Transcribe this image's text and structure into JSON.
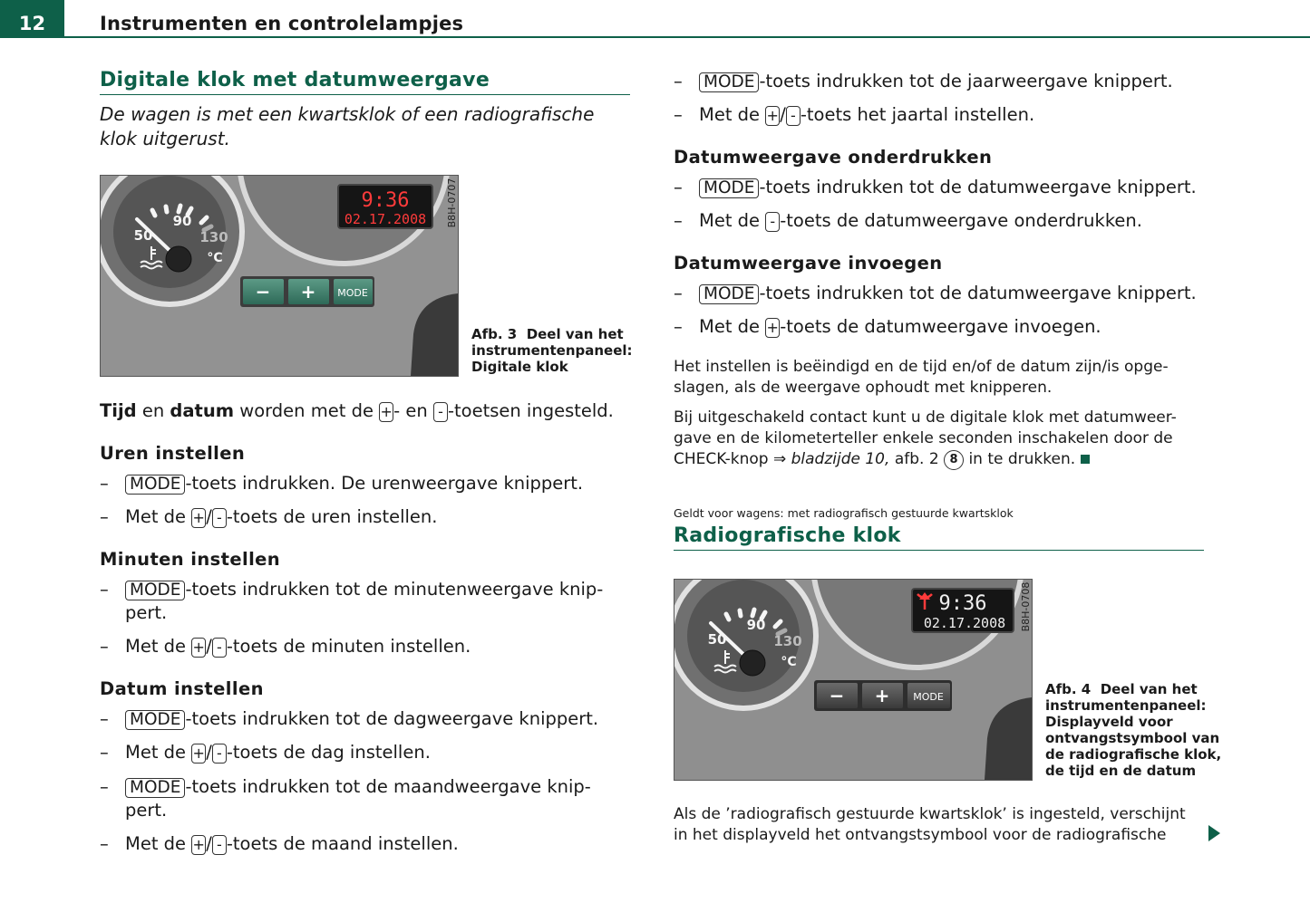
{
  "header": {
    "page_number": "12",
    "title": "Instrumenten en controlelampjes"
  },
  "left": {
    "title": "Digitale klok met datumweergave",
    "intro": [
      "De wagen is met een kwartsklok of een radiografische",
      "klok uitgerust."
    ],
    "figure3": {
      "code": "B8H-0707",
      "time": "9:36",
      "date": "02.17.2008",
      "gauge_labels": [
        "50",
        "90",
        "130",
        "°C"
      ],
      "buttons": [
        "−",
        "+",
        "MODE"
      ],
      "caption_num": "Afb. 3",
      "caption": [
        "Deel van het",
        "instrumentenpaneel:",
        "Digitale klok"
      ]
    },
    "summary": {
      "tijd": "Tijd",
      "en1": " en ",
      "datum": "datum",
      "rest1": " worden met de ",
      "plus": "+",
      "en2": "- en ",
      "minus": "-",
      "rest2": "-toetsen ingesteld."
    },
    "uren": {
      "title": "Uren instellen",
      "l1": "-toets indrukken. De urenweergave knippert.",
      "l2": "-toets de uren instellen."
    },
    "minuten": {
      "title": "Minuten instellen",
      "l1a": "-toets indrukken tot de minutenweergave knip-",
      "l1b": "pert.",
      "l2": "-toets de minuten instellen."
    },
    "datum": {
      "title": "Datum instellen",
      "l1": "-toets indrukken tot de dagweergave knippert.",
      "l2": "-toets de dag instellen.",
      "l3a": "-toets indrukken tot de maandweergave knip-",
      "l3b": "pert.",
      "l4": "-toets de maand instellen."
    }
  },
  "common": {
    "dash": "–",
    "mode": "MODE",
    "plus": "+",
    "minus": "-",
    "met_de": "Met de ",
    "slash": "/"
  },
  "right": {
    "l1": "-toets indrukken tot de jaarweergave knippert.",
    "l2": "-toets het jaartal instellen.",
    "onderdrukken": {
      "title": "Datumweergave onderdrukken",
      "l1": "-toets indrukken tot de datumweergave knippert.",
      "l2": "-toets de datumweergave onderdrukken."
    },
    "invoegen": {
      "title": "Datumweergave invoegen",
      "l1": "-toets indrukken tot de datumweergave knippert.",
      "l2": "-toets de datumweergave invoegen."
    },
    "para1": [
      "Het instellen is beëindigd en de tijd en/of de datum zijn/is opge-",
      "slagen, als de weergave ophoudt met knipperen."
    ],
    "para2": [
      "Bij uitgeschakeld contact kunt u de digitale klok met datumweer-",
      "gave en de kilometerteller enkele seconden inschakelen door de"
    ],
    "para2c": {
      "a": "CHECK-knop ⇒ ",
      "b": "bladzijde 10,",
      "c": " afb. 2 ",
      "num": "8",
      "d": " in te drukken."
    },
    "note": "Geldt voor wagens: met radiografisch gestuurde kwartsklok",
    "title2": "Radiografische klok",
    "figure4": {
      "code": "B8H-0708",
      "time": "9:36",
      "date": "02.17.2008",
      "gauge_labels": [
        "50",
        "90",
        "130",
        "°C"
      ],
      "buttons": [
        "−",
        "+",
        "MODE"
      ],
      "caption_num": "Afb. 4",
      "caption": [
        "Deel van het",
        "instrumentenpaneel:",
        "Displayveld voor",
        "ontvangstsymbool van",
        "de radiografische klok,",
        "de tijd en de datum"
      ]
    },
    "final": [
      "Als de ’radiografisch gestuurde kwartsklok’ is ingesteld, verschijnt",
      "in het displayveld het ontvangstsymbool voor de radiografische"
    ]
  },
  "colors": {
    "accent": "#0e6049",
    "display_red": "#ff3b3b",
    "display_white": "#f0f0f0",
    "button_teal": "#3f7f6c"
  }
}
